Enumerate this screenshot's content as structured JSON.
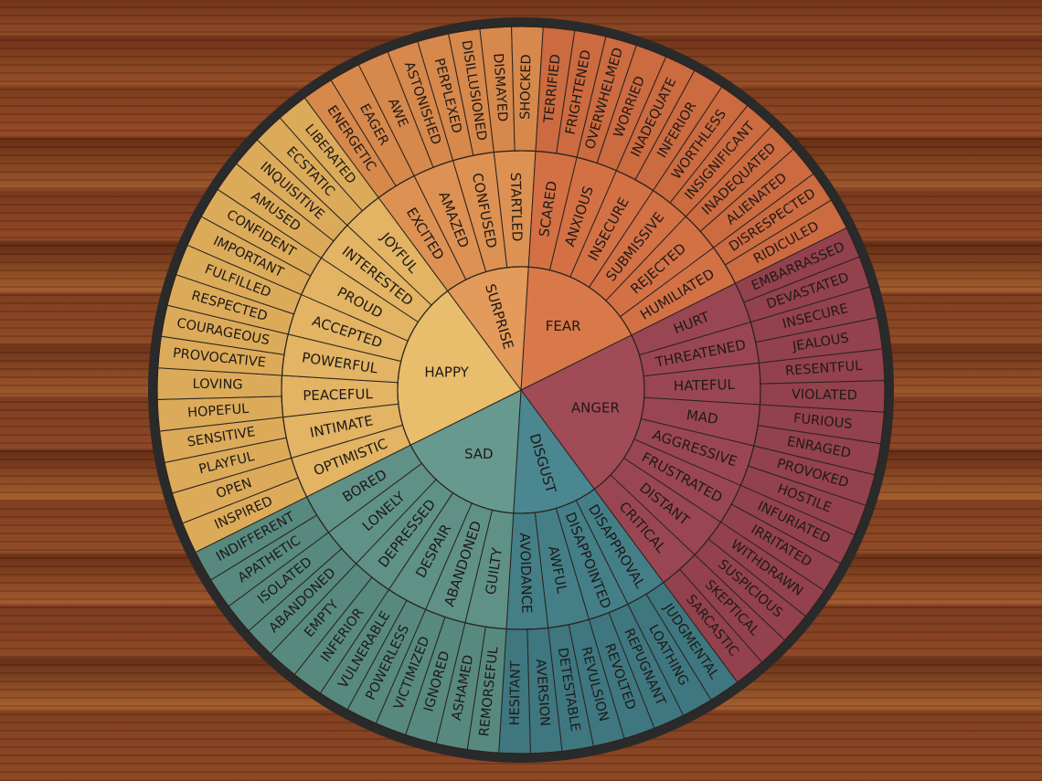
{
  "wheel": {
    "core": [
      {
        "label": "ANGER",
        "color_inner": "#a14b57",
        "color_mid": "#9a4652",
        "color_outer": "#93414d",
        "groups": [
          {
            "label": "HURT",
            "words": [
              "EMBARRASSED",
              "DEVASTATED"
            ]
          },
          {
            "label": "THREATENED",
            "words": [
              "INSECURE",
              "JEALOUS"
            ]
          },
          {
            "label": "HATEFUL",
            "words": [
              "RESENTFUL",
              "VIOLATED"
            ]
          },
          {
            "label": "MAD",
            "words": [
              "FURIOUS",
              "ENRAGED"
            ]
          },
          {
            "label": "AGGRESSIVE",
            "words": [
              "PROVOKED",
              "HOSTILE"
            ]
          },
          {
            "label": "FRUSTRATED",
            "words": [
              "INFURIATED",
              "IRRITATED"
            ]
          },
          {
            "label": "DISTANT",
            "words": [
              "WITHDRAWN",
              "SUSPICIOUS"
            ]
          },
          {
            "label": "CRITICAL",
            "words": [
              "SKEPTICAL",
              "SARCASTIC"
            ]
          }
        ]
      },
      {
        "label": "DISGUST",
        "color_inner": "#4a8790",
        "color_mid": "#447f88",
        "color_outer": "#3e7780",
        "groups": [
          {
            "label": "DISAPPROVAL",
            "words": [
              "JUDGMENTAL",
              "LOATHING"
            ]
          },
          {
            "label": "DISAPPOINTED",
            "words": [
              "REPUGNANT",
              "REVOLTED"
            ]
          },
          {
            "label": "AWFUL",
            "words": [
              "REVULSION",
              "DETESTABLE"
            ]
          },
          {
            "label": "AVOIDANCE",
            "words": [
              "AVERSION",
              "HESITANT"
            ]
          }
        ]
      },
      {
        "label": "SAD",
        "color_inner": "#67998f",
        "color_mid": "#5f9187",
        "color_outer": "#57897f",
        "groups": [
          {
            "label": "GUILTY",
            "words": [
              "REMORSEFUL",
              "ASHAMED"
            ]
          },
          {
            "label": "ABANDONED",
            "words": [
              "IGNORED",
              "VICTIMIZED"
            ]
          },
          {
            "label": "DESPAIR",
            "words": [
              "POWERLESS",
              "VULNERABLE"
            ]
          },
          {
            "label": "DEPRESSED",
            "words": [
              "INFERIOR",
              "EMPTY"
            ]
          },
          {
            "label": "LONELY",
            "words": [
              "ABANDONED",
              "ISOLATED"
            ]
          },
          {
            "label": "BORED",
            "words": [
              "APATHETIC",
              "INDIFFERENT"
            ]
          }
        ]
      },
      {
        "label": "HAPPY",
        "color_inner": "#e8bd6c",
        "color_mid": "#e2b463",
        "color_outer": "#dcab5a",
        "groups": [
          {
            "label": "OPTIMISTIC",
            "words": [
              "INSPIRED",
              "OPEN"
            ]
          },
          {
            "label": "INTIMATE",
            "words": [
              "PLAYFUL",
              "SENSITIVE"
            ]
          },
          {
            "label": "PEACEFUL",
            "words": [
              "HOPEFUL",
              "LOVING"
            ]
          },
          {
            "label": "POWERFUL",
            "words": [
              "PROVOCATIVE",
              "COURAGEOUS"
            ]
          },
          {
            "label": "ACCEPTED",
            "words": [
              "RESPECTED",
              "FULFILLED"
            ]
          },
          {
            "label": "PROUD",
            "words": [
              "IMPORTANT",
              "CONFIDENT"
            ]
          },
          {
            "label": "INTERESTED",
            "words": [
              "AMUSED",
              "INQUISITIVE"
            ]
          },
          {
            "label": "JOYFUL",
            "words": [
              "ECSTATIC",
              "LIBERATED"
            ]
          }
        ]
      },
      {
        "label": "SURPRISE",
        "color_inner": "#e39a5a",
        "color_mid": "#dd9152",
        "color_outer": "#d7884b",
        "groups": [
          {
            "label": "EXCITED",
            "words": [
              "ENERGETIC",
              "EAGER"
            ]
          },
          {
            "label": "AMAZED",
            "words": [
              "AWE",
              "ASTONISHED"
            ]
          },
          {
            "label": "CONFUSED",
            "words": [
              "PERPLEXED",
              "DISILLUSIONED"
            ]
          },
          {
            "label": "STARTLED",
            "words": [
              "DISMAYED",
              "SHOCKED"
            ]
          }
        ]
      },
      {
        "label": "FEAR",
        "color_inner": "#d9794a",
        "color_mid": "#d37145",
        "color_outer": "#cc6a40",
        "groups": [
          {
            "label": "SCARED",
            "words": [
              "TERRIFIED",
              "FRIGHTENED"
            ]
          },
          {
            "label": "ANXIOUS",
            "words": [
              "OVERWHELMED",
              "WORRIED"
            ]
          },
          {
            "label": "INSECURE",
            "words": [
              "INADEQUATE",
              "INFERIOR"
            ]
          },
          {
            "label": "SUBMISSIVE",
            "words": [
              "WORTHLESS",
              "INSIGNIFICANT"
            ]
          },
          {
            "label": "REJECTED",
            "words": [
              "INADEQUATED",
              "ALIENATED"
            ]
          },
          {
            "label": "HUMILIATED",
            "words": [
              "DISRESPECTED",
              "RIDICULED"
            ]
          }
        ]
      }
    ]
  }
}
